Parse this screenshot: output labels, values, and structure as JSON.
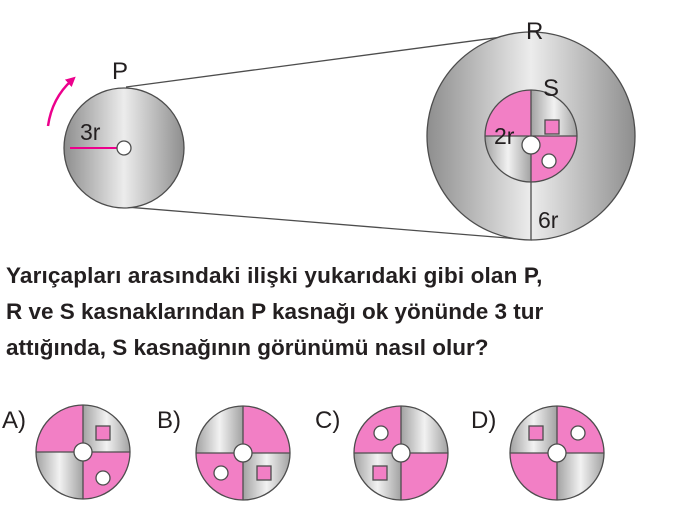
{
  "figure": {
    "pulley_p": {
      "letter": "P",
      "radius_label": "3r"
    },
    "pulley_r": {
      "letter": "R",
      "radius_label": "6r"
    },
    "pulley_s": {
      "letter": "S",
      "radius_label": "2r"
    }
  },
  "question": {
    "lines": [
      "Yarıçapları arasındaki ilişki yukarıdaki gibi olan P,",
      "R ve S kasnaklarından P kasnağı ok yönünde 3 tur",
      "attığında, S kasnağının görünümü nasıl olur?"
    ]
  },
  "options": [
    {
      "letter": "A)"
    },
    {
      "letter": "B)"
    },
    {
      "letter": "C)"
    },
    {
      "letter": "D)"
    }
  ],
  "colors": {
    "magenta": "#ec008c",
    "pink_fill": "#f27fc5",
    "gray_light": "#dcdcdc",
    "gray_dark": "#8a8a8a",
    "outline": "#4d4d4d"
  }
}
